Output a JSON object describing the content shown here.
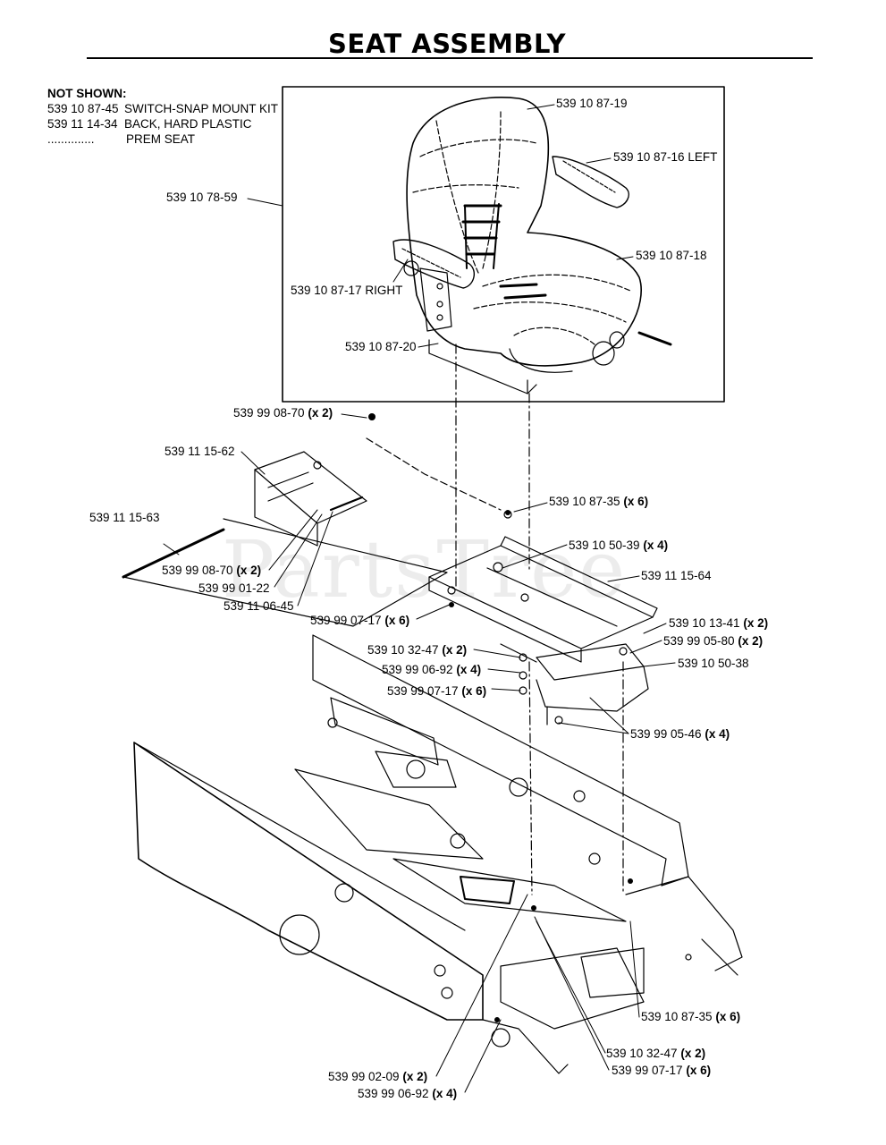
{
  "title": "SEAT ASSEMBLY",
  "not_shown": {
    "header": "NOT SHOWN:",
    "items": [
      {
        "part": "539 10 87-45",
        "desc": "SWITCH-SNAP MOUNT KIT"
      },
      {
        "part": "539 11 14-34",
        "desc": "BACK, HARD PLASTIC"
      },
      {
        "part": "..............",
        "desc": "PREM SEAT"
      }
    ]
  },
  "watermark": "PartsTree",
  "callouts": {
    "c1": {
      "part": "539 10 87-19",
      "note": ""
    },
    "c2": {
      "part": "539 10 87-16 LEFT",
      "note": ""
    },
    "c3": {
      "part": "539 10 78-59",
      "note": ""
    },
    "c4": {
      "part": "539 10 87-18",
      "note": ""
    },
    "c5": {
      "part": "539 10 87-17 RIGHT",
      "note": ""
    },
    "c6": {
      "part": "539 10 87-20",
      "note": ""
    },
    "c7": {
      "part": "539 99 08-70",
      "note": "(x 2)"
    },
    "c8": {
      "part": "539 11 15-62",
      "note": ""
    },
    "c9": {
      "part": "539 10 87-35",
      "note": "(x 6)"
    },
    "c10": {
      "part": "539 11 15-63",
      "note": ""
    },
    "c11": {
      "part": "539 10 50-39",
      "note": "(x 4)"
    },
    "c12": {
      "part": "539 11 15-64",
      "note": ""
    },
    "c13": {
      "part": "539 99 08-70",
      "note": "(x 2)"
    },
    "c14": {
      "part": "539 99 01-22",
      "note": ""
    },
    "c15": {
      "part": "539 11 06-45",
      "note": ""
    },
    "c16": {
      "part": "539 99 07-17",
      "note": "(x 6)"
    },
    "c17": {
      "part": "539 10 13-41",
      "note": "(x 2)"
    },
    "c18": {
      "part": "539 99 05-80",
      "note": "(x 2)"
    },
    "c19": {
      "part": "539 10 32-47",
      "note": "(x 2)"
    },
    "c20": {
      "part": "539 10 50-38",
      "note": ""
    },
    "c21": {
      "part": "539 99 06-92",
      "note": "(x 4)"
    },
    "c22": {
      "part": "539 99 07-17",
      "note": "(x 6)"
    },
    "c23": {
      "part": "539 99 05-46",
      "note": "(x 4)"
    },
    "c24": {
      "part": "539 10 87-35",
      "note": "(x 6)"
    },
    "c25": {
      "part": "539 10 32-47",
      "note": "(x 2)"
    },
    "c26": {
      "part": "539 99 02-09",
      "note": "(x 2)"
    },
    "c27": {
      "part": "539 99 07-17",
      "note": "(x 6)"
    },
    "c28": {
      "part": "539 99 06-92",
      "note": "(x 4)"
    }
  }
}
